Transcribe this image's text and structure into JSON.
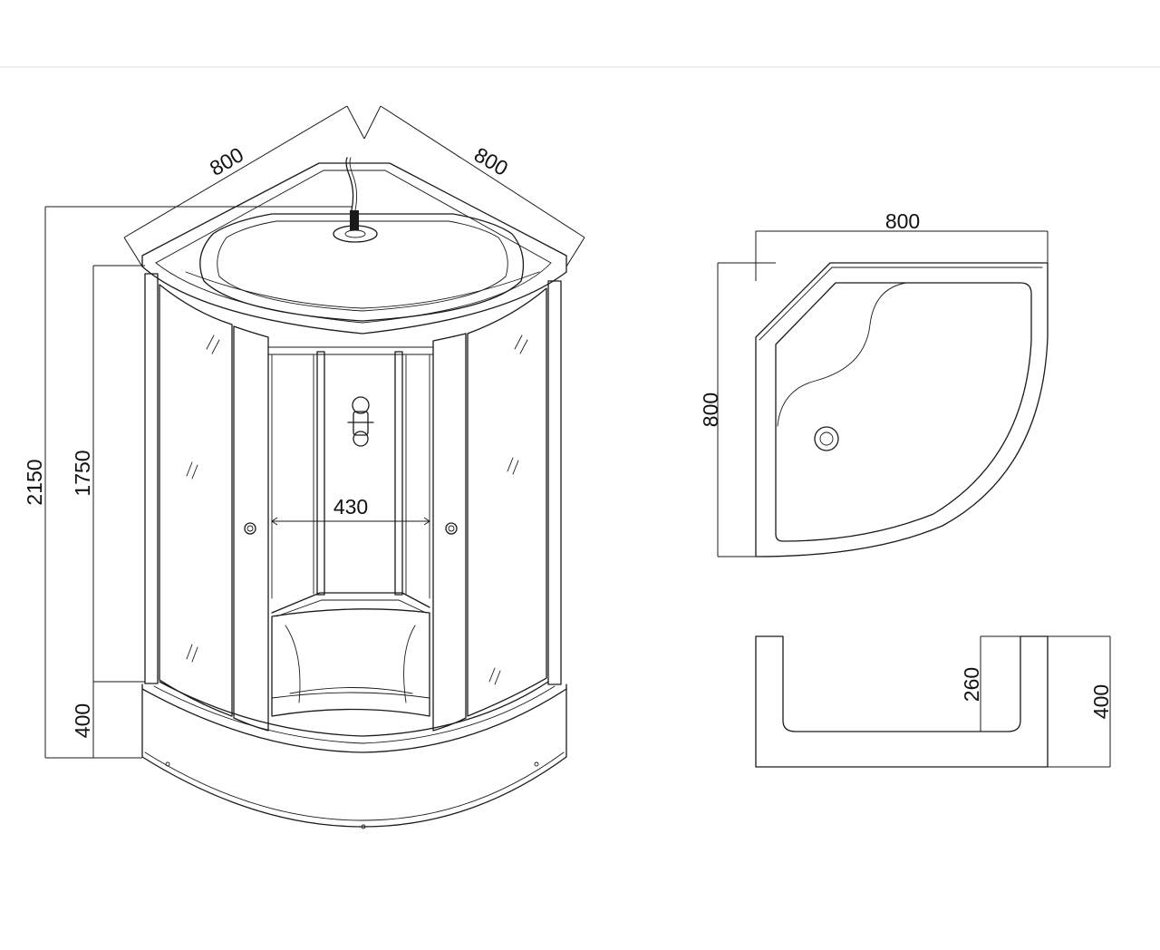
{
  "colors": {
    "line": "#1a1a1a",
    "background": "#ffffff"
  },
  "dimensions": {
    "front_depth_left": "800",
    "front_depth_right": "800",
    "total_height": "2150",
    "glass_height": "1750",
    "tray_height": "400",
    "door_opening": "430",
    "plan_width": "800",
    "plan_depth": "800",
    "section_inner_depth": "260",
    "section_height": "400"
  }
}
